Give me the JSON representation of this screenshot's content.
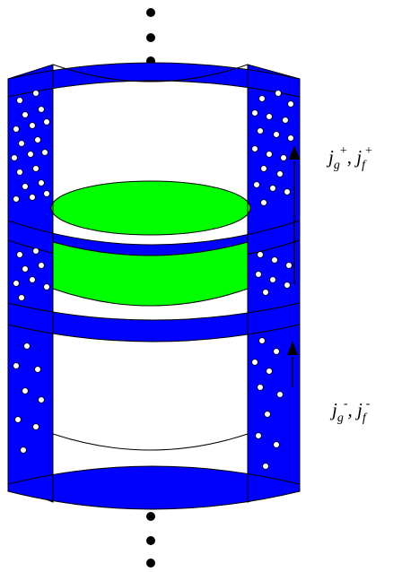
{
  "labels": {
    "upper": {
      "j1": "j",
      "sub1": "g",
      "sup1": "+",
      "sep": ", ",
      "j2": "j",
      "sub2": "f",
      "sup2": "+"
    },
    "lower": {
      "j1": "j",
      "sub1": "g",
      "sup1": "-",
      "sep": ", ",
      "j2": "j",
      "sub2": "f",
      "sup2": "-"
    }
  },
  "colors": {
    "tube": "#0000ff",
    "slab": "#00ff00",
    "bubble": "#ffffff",
    "outline": "#000000"
  }
}
